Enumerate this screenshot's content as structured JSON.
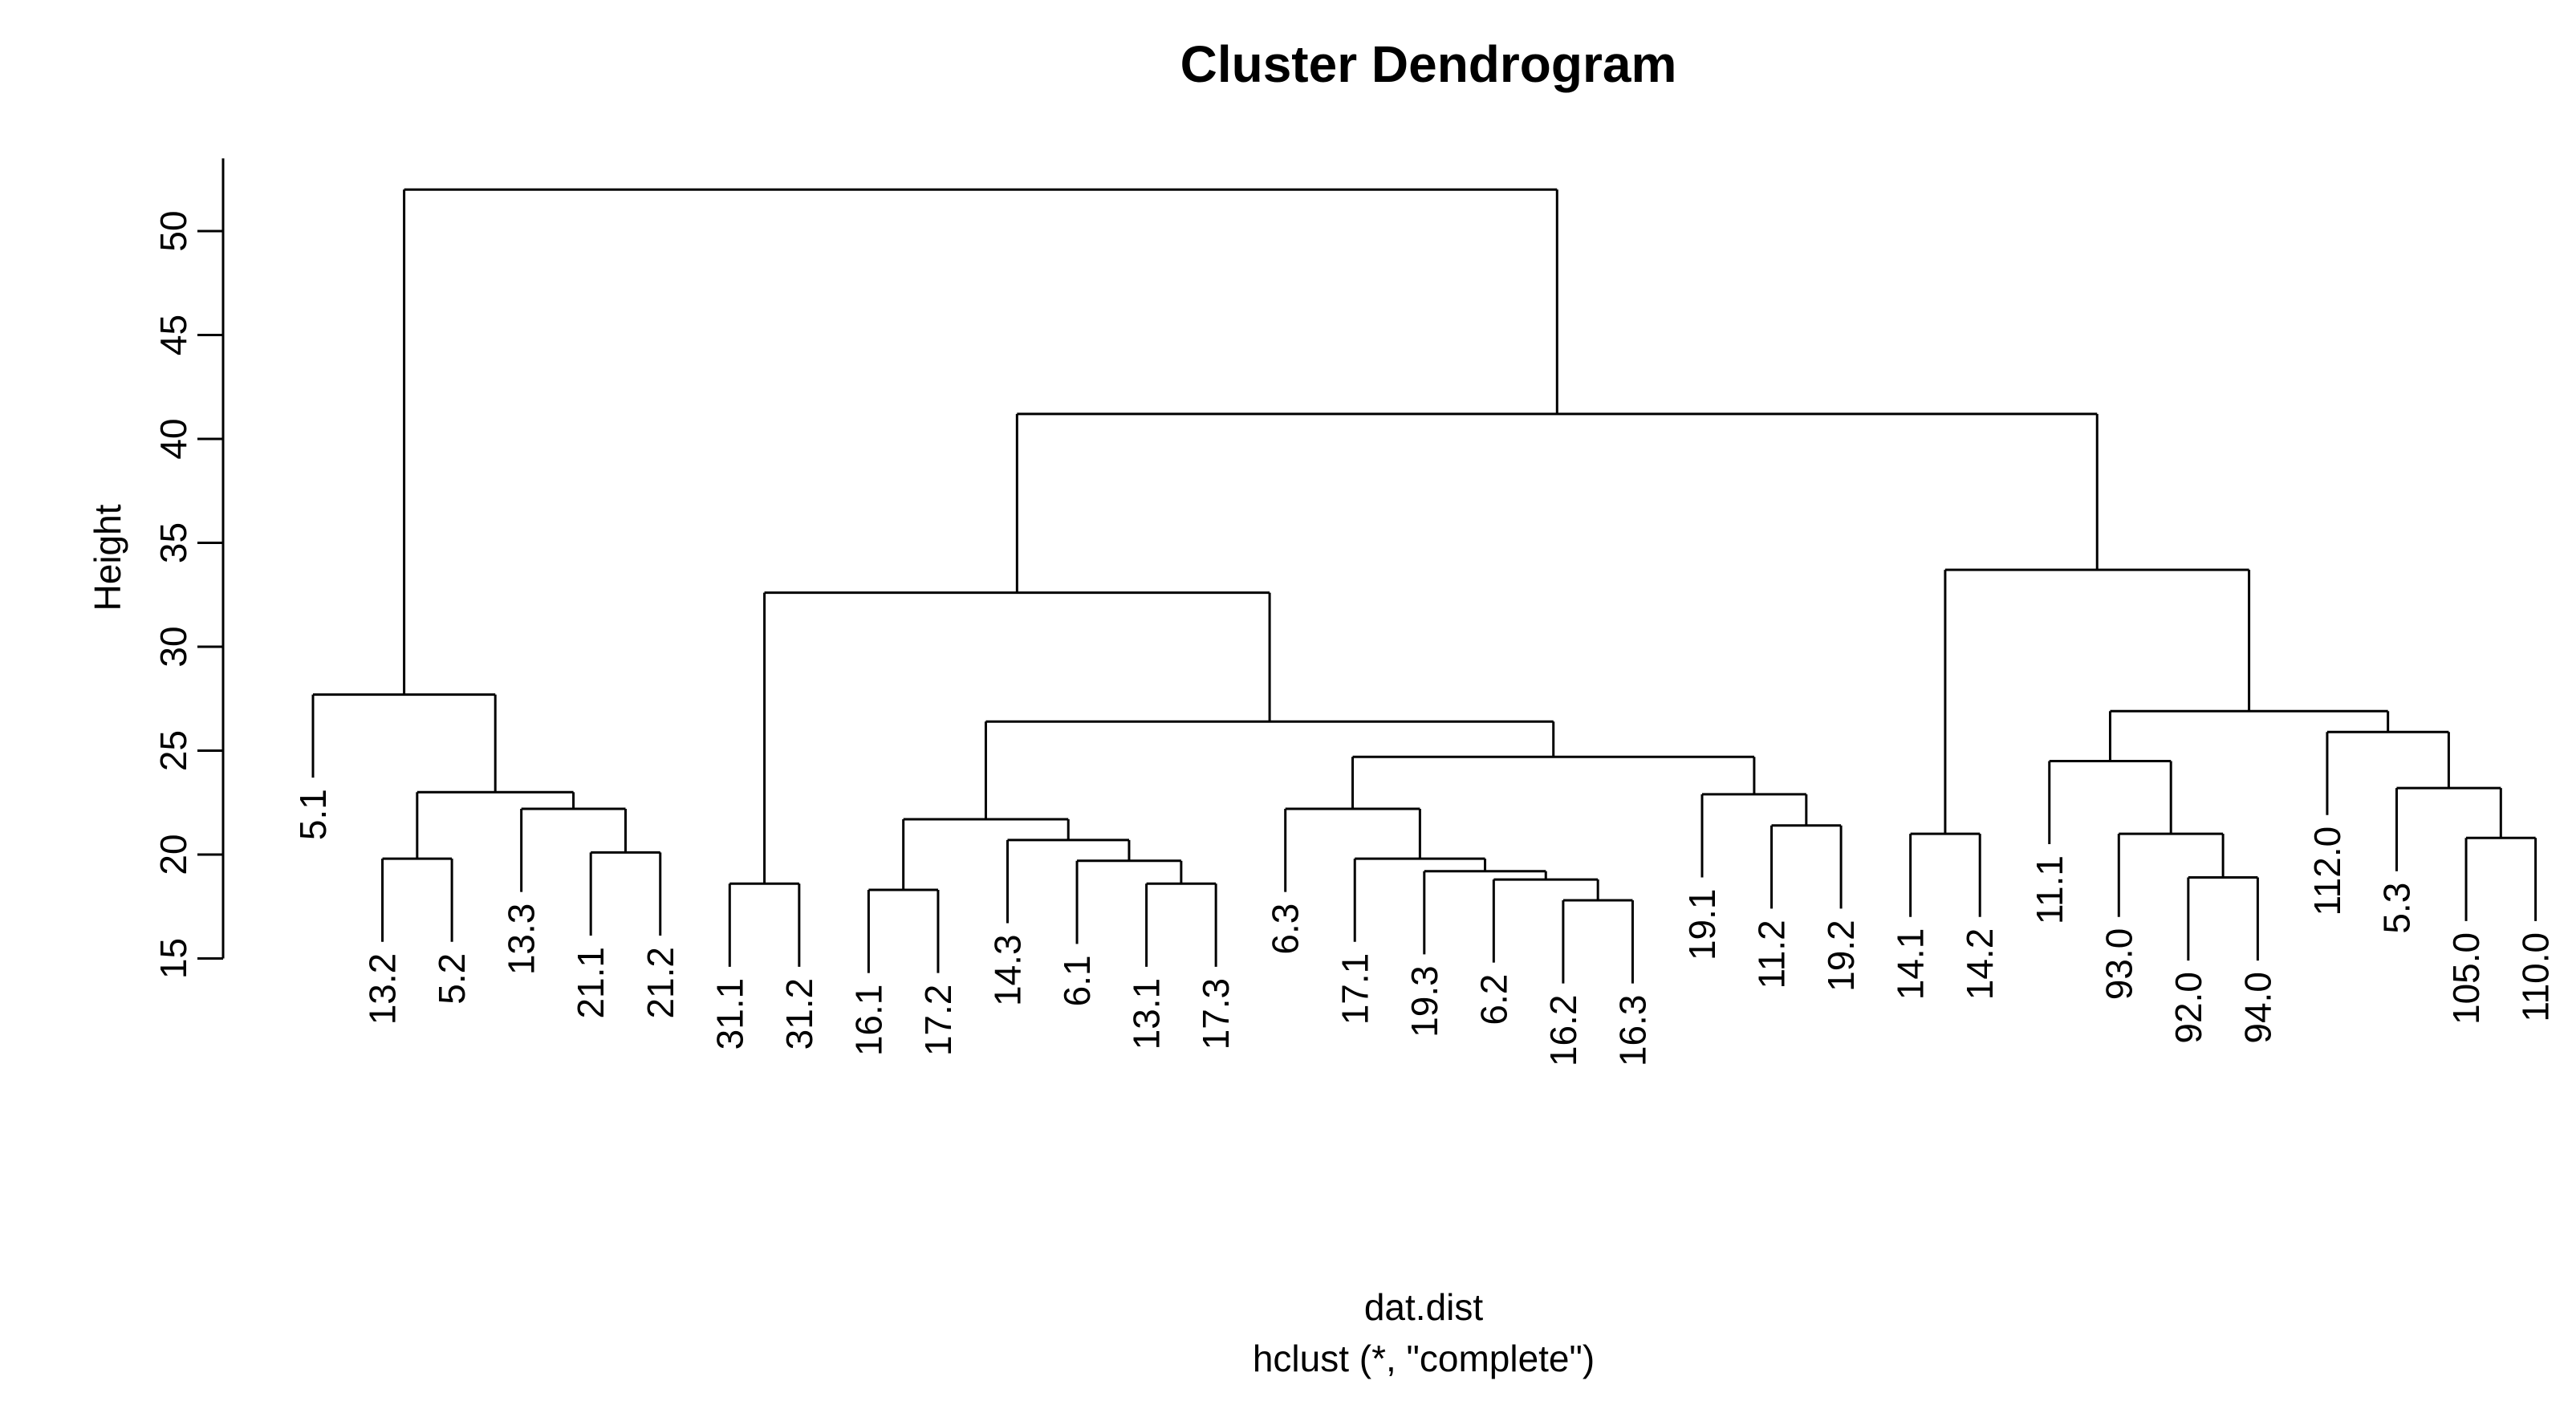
{
  "title": "Cluster Dendrogram",
  "y_axis": {
    "label": "Height",
    "ticks": [
      15,
      20,
      25,
      30,
      35,
      40,
      45,
      50
    ],
    "axis_top_value": 53.5
  },
  "caption": {
    "line1": "dat.dist",
    "line2": "hclust (*, \"complete\")"
  },
  "colors": {
    "line": "#000000",
    "text": "#000000",
    "background": "#ffffff"
  },
  "chart_data": {
    "type": "dendrogram",
    "title": "Cluster Dendrogram",
    "xlabel": "dat.dist",
    "xlabel2": "hclust (*, \"complete\")",
    "ylabel": "Height",
    "ylim": [
      15,
      53.5
    ],
    "grid": false,
    "legend": "none",
    "linkage": "complete",
    "hang": 4.0,
    "leaves": [
      "5.1",
      "13.2",
      "5.2",
      "13.3",
      "21.1",
      "21.2",
      "31.1",
      "31.2",
      "16.1",
      "17.2",
      "14.3",
      "6.1",
      "13.1",
      "17.3",
      "6.3",
      "17.1",
      "19.3",
      "6.2",
      "16.2",
      "16.3",
      "19.1",
      "11.2",
      "19.2",
      "14.1",
      "14.2",
      "11.1",
      "93.0",
      "92.0",
      "94.0",
      "112.0",
      "5.3",
      "105.0",
      "110.0"
    ],
    "tree": {
      "h": 52.0,
      "c": [
        {
          "h": 27.7,
          "c": [
            {
              "leaf": "5.1"
            },
            {
              "h": 23.0,
              "c": [
                {
                  "h": 19.8,
                  "c": [
                    {
                      "leaf": "13.2"
                    },
                    {
                      "leaf": "5.2"
                    }
                  ]
                },
                {
                  "h": 22.2,
                  "c": [
                    {
                      "leaf": "13.3"
                    },
                    {
                      "h": 20.1,
                      "c": [
                        {
                          "leaf": "21.1"
                        },
                        {
                          "leaf": "21.2"
                        }
                      ]
                    }
                  ]
                }
              ]
            }
          ]
        },
        {
          "h": 41.2,
          "c": [
            {
              "h": 32.6,
              "c": [
                {
                  "h": 18.6,
                  "c": [
                    {
                      "leaf": "31.1"
                    },
                    {
                      "leaf": "31.2"
                    }
                  ]
                },
                {
                  "h": 26.4,
                  "c": [
                    {
                      "h": 21.7,
                      "c": [
                        {
                          "h": 18.3,
                          "c": [
                            {
                              "leaf": "16.1"
                            },
                            {
                              "leaf": "17.2"
                            }
                          ]
                        },
                        {
                          "h": 20.7,
                          "c": [
                            {
                              "leaf": "14.3"
                            },
                            {
                              "h": 19.7,
                              "c": [
                                {
                                  "leaf": "6.1"
                                },
                                {
                                  "h": 18.6,
                                  "c": [
                                    {
                                      "leaf": "13.1"
                                    },
                                    {
                                      "leaf": "17.3"
                                    }
                                  ]
                                }
                              ]
                            }
                          ]
                        }
                      ]
                    },
                    {
                      "h": 24.7,
                      "c": [
                        {
                          "h": 22.2,
                          "c": [
                            {
                              "leaf": "6.3"
                            },
                            {
                              "h": 19.8,
                              "c": [
                                {
                                  "leaf": "17.1"
                                },
                                {
                                  "h": 19.2,
                                  "c": [
                                    {
                                      "leaf": "19.3"
                                    },
                                    {
                                      "h": 18.8,
                                      "c": [
                                        {
                                          "leaf": "6.2"
                                        },
                                        {
                                          "h": 17.8,
                                          "c": [
                                            {
                                              "leaf": "16.2"
                                            },
                                            {
                                              "leaf": "16.3"
                                            }
                                          ]
                                        }
                                      ]
                                    }
                                  ]
                                }
                              ]
                            }
                          ]
                        },
                        {
                          "h": 22.9,
                          "c": [
                            {
                              "leaf": "19.1"
                            },
                            {
                              "h": 21.4,
                              "c": [
                                {
                                  "leaf": "11.2"
                                },
                                {
                                  "leaf": "19.2"
                                }
                              ]
                            }
                          ]
                        }
                      ]
                    }
                  ]
                }
              ]
            },
            {
              "h": 33.7,
              "c": [
                {
                  "h": 21.0,
                  "c": [
                    {
                      "leaf": "14.1"
                    },
                    {
                      "leaf": "14.2"
                    }
                  ]
                },
                {
                  "h": 26.9,
                  "c": [
                    {
                      "h": 24.5,
                      "c": [
                        {
                          "leaf": "11.1"
                        },
                        {
                          "h": 21.0,
                          "c": [
                            {
                              "leaf": "93.0"
                            },
                            {
                              "h": 18.9,
                              "c": [
                                {
                                  "leaf": "92.0"
                                },
                                {
                                  "leaf": "94.0"
                                }
                              ]
                            }
                          ]
                        }
                      ]
                    },
                    {
                      "h": 25.9,
                      "c": [
                        {
                          "leaf": "112.0"
                        },
                        {
                          "h": 23.2,
                          "c": [
                            {
                              "leaf": "5.3"
                            },
                            {
                              "h": 20.8,
                              "c": [
                                {
                                  "leaf": "105.0"
                                },
                                {
                                  "leaf": "110.0"
                                }
                              ]
                            }
                          ]
                        }
                      ]
                    }
                  ]
                }
              ]
            }
          ]
        }
      ]
    }
  }
}
